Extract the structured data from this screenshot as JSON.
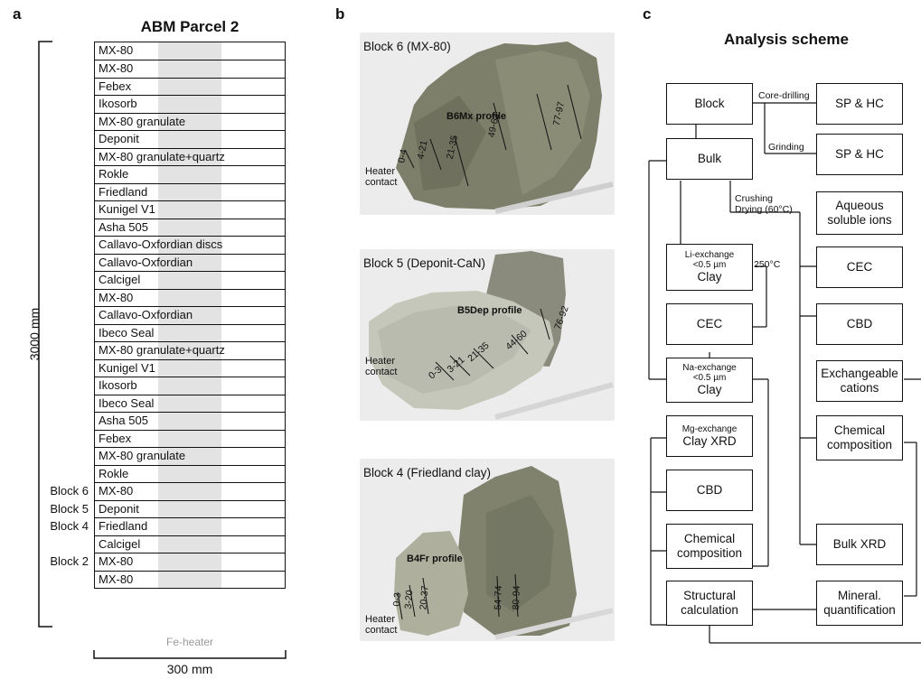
{
  "panel_letters": {
    "a": "a",
    "b": "b",
    "c": "c"
  },
  "panel_a": {
    "title": "ABM Parcel 2",
    "vertical_dimension": "3000 mm",
    "horizontal_dimension": "300 mm",
    "heater_label": "Fe-heater",
    "layers": [
      "MX-80",
      "MX-80",
      "Febex",
      "Ikosorb",
      "MX-80 granulate",
      "Deponit",
      "MX-80 granulate+quartz",
      "Rokle",
      "Friedland",
      "Kunigel V1",
      "Asha 505",
      "Callavo-Oxfordian discs",
      "Callavo-Oxfordian",
      "Calcigel",
      "MX-80",
      "Callavo-Oxfordian",
      "Ibeco Seal",
      "MX-80 granulate+quartz",
      "Kunigel V1",
      "Ikosorb",
      "Ibeco Seal",
      "Asha 505",
      "Febex",
      "MX-80 granulate",
      "Rokle",
      "MX-80",
      "Deponit",
      "Friedland",
      "Calcigel",
      "MX-80",
      "MX-80"
    ],
    "block_labels": [
      {
        "text": "Block 6",
        "layer_index": 25
      },
      {
        "text": "Block 5",
        "layer_index": 26
      },
      {
        "text": "Block 4",
        "layer_index": 27
      },
      {
        "text": "Block 2",
        "layer_index": 29
      }
    ]
  },
  "panel_b": {
    "photos": [
      {
        "title": "Block 6 (MX-80)",
        "profile": "B6Mx profile",
        "heater": [
          "Heater",
          "contact"
        ],
        "ticks": [
          "0-4",
          "4-21",
          "21-35",
          "49-63",
          "77-97"
        ]
      },
      {
        "title": "Block 5 (Deponit-CaN)",
        "profile": "B5Dep profile",
        "heater": [
          "Heater",
          "contact"
        ],
        "ticks": [
          "0-3",
          "3-21",
          "21-35",
          "44-60",
          "76-92"
        ]
      },
      {
        "title": "Block 4 (Friedland clay)",
        "profile": "B4Fr profile",
        "heater": [
          "Heater",
          "contact"
        ],
        "ticks": [
          "0-3",
          "3-20",
          "20-37",
          "54-74",
          "80-94"
        ]
      }
    ]
  },
  "panel_c": {
    "title": "Analysis scheme",
    "boxes": {
      "block": "Block",
      "sp_hc_1": "SP & HC",
      "bulk": "Bulk",
      "sp_hc_2": "SP & HC",
      "aqueous_1": "Aqueous",
      "aqueous_2": "soluble ions",
      "li_small_1": "Li-exchange",
      "li_small_2": "<0.5 µm",
      "li_main": "Clay",
      "cec_right": "CEC",
      "cec_left": "CEC",
      "cbd_right": "CBD",
      "na_small_1": "Na-exchange",
      "na_small_2": "<0.5 µm",
      "na_main": "Clay",
      "exch_1": "Exchangeable",
      "exch_2": "cations",
      "mg_small": "Mg-exchange",
      "mg_main": "Clay XRD",
      "chem_r_1": "Chemical",
      "chem_r_2": "composition",
      "cbd_left": "CBD",
      "chem_l_1": "Chemical",
      "chem_l_2": "composition",
      "bulk_xrd": "Bulk XRD",
      "struct_1": "Structural",
      "struct_2": "calculation",
      "mineral_1": "Mineral.",
      "mineral_2": "quantification"
    },
    "edges": {
      "core_drilling": "Core-drilling",
      "grinding": "Grinding",
      "crushing": "Crushing",
      "drying": "Drying (60°C)",
      "temp_250": "250°C"
    }
  }
}
